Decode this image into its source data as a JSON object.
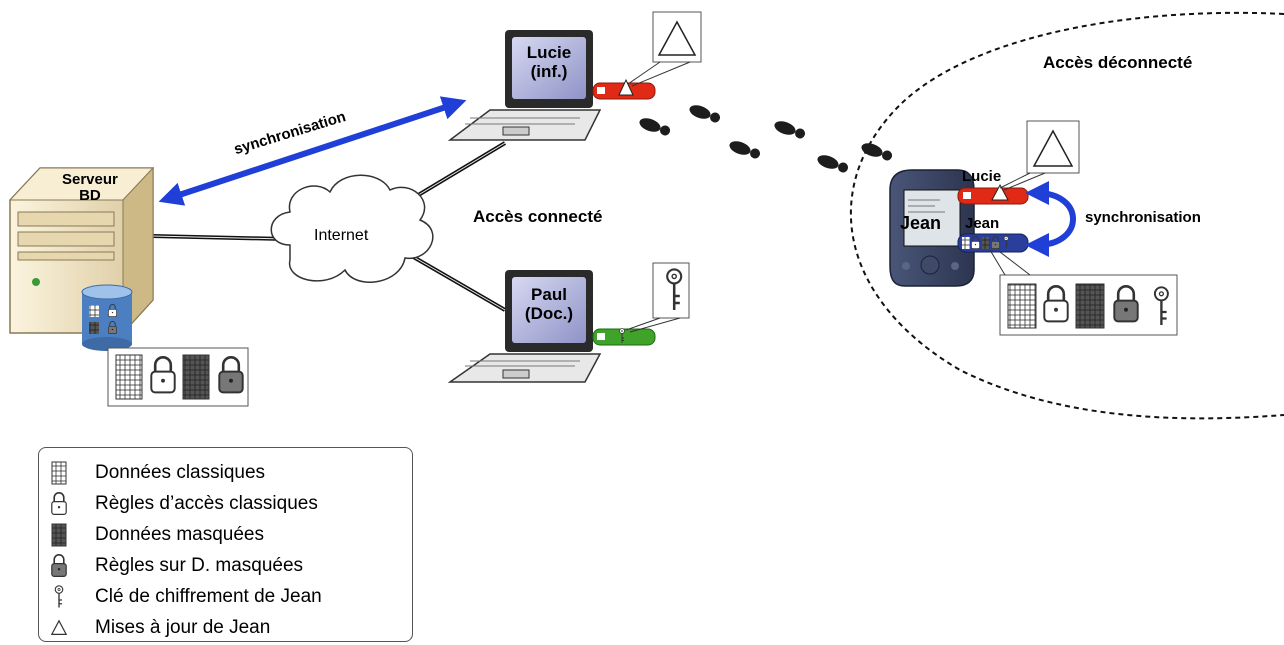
{
  "labels": {
    "server": [
      "Serveur",
      "BD"
    ],
    "synchro_main": "synchronisation",
    "internet": "Internet",
    "connected_access": "Accès connecté",
    "disconnected_access": "Accès déconnecté",
    "lucie_screen": [
      "Lucie",
      "(inf.)"
    ],
    "paul_screen": [
      "Paul",
      "(Doc.)"
    ],
    "jean_device": "Jean",
    "lucie_key": "Lucie",
    "jean_key": "Jean",
    "synchro_pda": "synchronisation"
  },
  "legend": [
    {
      "icon": "grid-icon",
      "text": "Données classiques"
    },
    {
      "icon": "lock-open-icon",
      "text": "Règles d’accès classiques"
    },
    {
      "icon": "grid-dark-icon",
      "text": "Données masquées"
    },
    {
      "icon": "lock-dark-icon",
      "text": "Règles sur D. masquées"
    },
    {
      "icon": "key-icon",
      "text": "Clé de chiffrement de Jean"
    },
    {
      "icon": "triangle-icon",
      "text": "Mises à jour de Jean"
    }
  ],
  "colors": {
    "sync_arrow": "#1f3fd6",
    "lucie_usb": "#e02a16",
    "paul_usb": "#3fa32a",
    "jean_usb": "#2a3f9c",
    "server_body": "#efe3c4",
    "screen": "#b3b5dc"
  }
}
